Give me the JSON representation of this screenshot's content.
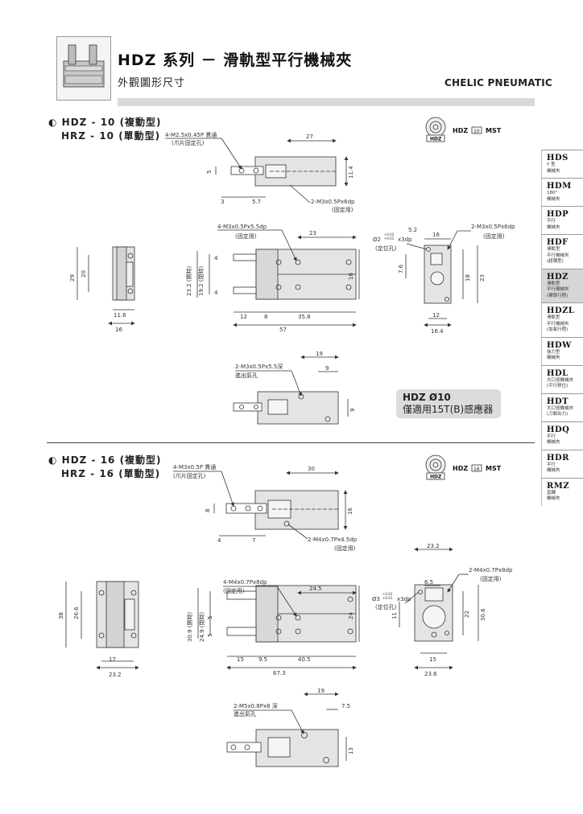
{
  "header": {
    "title": "HDZ 系列 － 滑軌型平行機械夾",
    "subtitle": "外觀圖形尺寸",
    "brand": "CHELIC PNEUMATIC"
  },
  "section1": {
    "model1": "HDZ - 10 (複動型)",
    "model2": "HRZ - 10 (單動型)",
    "badge_text": "HDZ",
    "badge_size": "10",
    "badge_suffix": "MST",
    "callouts": {
      "thread_through": "4-M2.5x0.45P 貫通",
      "thread_through_note": "(爪片固定孔)",
      "dim_27": "27",
      "dim_5": "5",
      "dim_11_4": "11.4",
      "dim_3": "3",
      "dim_5_7": "5.7",
      "side_thread": "2-M3x0.5Px6dp",
      "side_thread_note": "(固定用)",
      "front_thread": "4-M3x0.5Px5.5dp",
      "front_thread_note": "(固定用)",
      "dim_23": "23",
      "open_label": "23.2 (開時)",
      "close_label": "19.2 (閉時)",
      "dim_4a": "4",
      "dim_4b": "4",
      "dim_16v": "16",
      "dim_12": "12",
      "dim_8": "8",
      "dim_35_8": "35.8",
      "dim_57": "57",
      "left_29": "29",
      "left_20": "20",
      "left_11_6": "11.6",
      "left_16": "16",
      "right_16": "16",
      "right_5_2": "5.2",
      "right_thread": "2-M3x0.5Px6dp",
      "right_thread_note": "(固定用)",
      "pin": "Ø2",
      "pin_tol_up": "+0.02",
      "pin_tol_dn": "+0.01",
      "pin_depth": "x3dp",
      "pin_note": "(定位孔)",
      "right_7_6": "7.6",
      "right_18": "18",
      "right_23": "23",
      "right_12": "12",
      "right_16_4": "16.4",
      "bot_19": "19",
      "bot_9": "9",
      "bot_thread": "2-M3x0.5Px5.5深",
      "bot_thread_note": "進出氣孔",
      "bot_9v": "9"
    },
    "note_line1": "HDZ Ø10",
    "note_line2": "僅適用15T(B)感應器"
  },
  "section2": {
    "model1": "HDZ - 16 (複動型)",
    "model2": "HRZ - 16 (單動型)",
    "badge_text": "HDZ",
    "badge_size": "16",
    "badge_suffix": "MST",
    "callouts": {
      "thread_through": "4-M3x0.5P 貫通",
      "thread_through_note": "(爪片固定孔)",
      "dim_30": "30",
      "dim_8": "8",
      "dim_16": "16",
      "dim_4": "4",
      "dim_7": "7",
      "side_thread": "2-M4x0.7Px4.5dp",
      "side_thread_note": "(固定用)",
      "front_thread": "4-M4x0.7Px8dp",
      "front_thread_note": "(固定用)",
      "dim_24_5": "24.5",
      "open_label": "30.9 (開時)",
      "close_label": "24.9 (閉時)",
      "dim_5a": "5",
      "dim_5b": "5",
      "dim_24v": "24",
      "dim_15": "15",
      "dim_9_5": "9.5",
      "dim_40_5": "40.5",
      "dim_67_3": "67.3",
      "left_38": "38",
      "left_26_6": "26.6",
      "left_17": "17",
      "left_23_2": "23.2",
      "right_23_2": "23.2",
      "right_6_5": "6.5",
      "right_thread": "2-M4x0.7Px8dp",
      "right_thread_note": "(固定用)",
      "pin": "Ø3",
      "pin_tol_up": "+0.03",
      "pin_tol_dn": "+0.01",
      "pin_depth": "x3dp",
      "pin_note": "(定位孔)",
      "right_11": "11",
      "right_22": "22",
      "right_30_6": "30.6",
      "right_15": "15",
      "right_23_6": "23.6",
      "bot_19": "19",
      "bot_7_5": "7.5",
      "bot_thread": "2-M5x0.8Px8 深",
      "bot_thread_note": "進出氣孔",
      "bot_13": "13"
    }
  },
  "sidebar": {
    "items": [
      {
        "code": "HDS",
        "desc": [
          "Y 型",
          "機械夾"
        ]
      },
      {
        "code": "HDM",
        "desc": [
          "180°",
          "機械夾"
        ]
      },
      {
        "code": "HDP",
        "desc": [
          "平行",
          "機械夾"
        ]
      },
      {
        "code": "HDF",
        "desc": [
          "滑軌型",
          "平行機械夾",
          "(超薄型)"
        ]
      },
      {
        "code": "HDZ",
        "desc": [
          "滑軌型",
          "平行機械夾",
          "(標準行程)"
        ]
      },
      {
        "code": "HDZL",
        "desc": [
          "滑軌型",
          "平行機械夾",
          "(加長行程)"
        ]
      },
      {
        "code": "HDW",
        "desc": [
          "強力型",
          "機械夾"
        ]
      },
      {
        "code": "HDL",
        "desc": [
          "大口徑機械夾",
          "(平行移位)"
        ]
      },
      {
        "code": "HDT",
        "desc": [
          "大口徑機械夾",
          "(刀鉗出力)"
        ]
      },
      {
        "code": "HDQ",
        "desc": [
          "平行",
          "機械夾"
        ]
      },
      {
        "code": "HDR",
        "desc": [
          "平行",
          "機械夾"
        ]
      },
      {
        "code": "RMZ",
        "desc": [
          "直轉",
          "機械夾"
        ]
      }
    ],
    "active_index": 4
  },
  "colors": {
    "body_fill": "#e4e4e4",
    "line": "#333333",
    "sidebar_active": "#d6d6d6",
    "note_bg": "#dcdcdc"
  }
}
